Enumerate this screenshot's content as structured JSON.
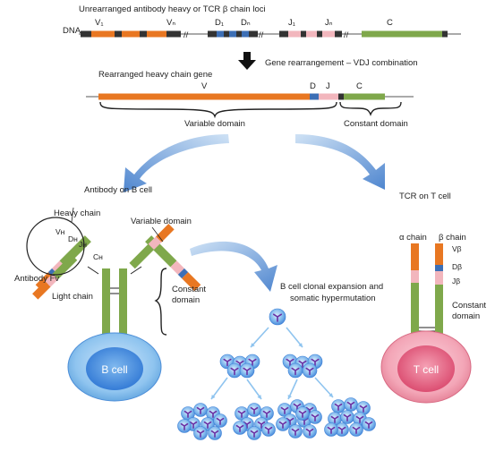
{
  "top": {
    "title": "Unrearranged antibody heavy or TCR β chain loci",
    "dna": "DNA",
    "v1": "V₁",
    "vn": "Vₙ",
    "d1": "D₁",
    "dn": "Dₙ",
    "j1": "J₁",
    "jn": "Jₙ",
    "c": "C"
  },
  "rearrangement": {
    "arrow_label": "Gene rearrangement – VDJ combination",
    "title": "Rearranged heavy chain gene",
    "v": "V",
    "d": "D",
    "j": "J",
    "c": "C",
    "variable_domain": "Variable domain",
    "constant_domain": "Constant domain"
  },
  "bcell": {
    "title": "Antibody on B cell",
    "heavy_chain": "Heavy chain",
    "vh": "Vʜ",
    "dh": "Dʜ",
    "jh": "Jʜ",
    "ch": "Cʜ",
    "antibody_fv": "Antibody Fv",
    "light_chain": "Light chain",
    "variable_domain": "Variable domain",
    "constant_domain_1": "Constant",
    "constant_domain_2": "domain",
    "cell_label": "B cell"
  },
  "expansion": {
    "line1": "B cell clonal expansion and",
    "line2": "somatic hypermutation"
  },
  "tcell": {
    "title": "TCR on T cell",
    "alpha_chain": "α chain",
    "beta_chain": "β chain",
    "vb": "Vβ",
    "db": "Dβ",
    "jb": "Jβ",
    "constant_1": "Constant",
    "constant_2": "domain",
    "cell_label": "T cell"
  },
  "colors": {
    "v_segment": "#e87722",
    "d_segment": "#3d6fb5",
    "j_segment": "#f2b6bd",
    "c_segment": "#7fa84b",
    "b_cell": "#8fc4ef",
    "t_cell": "#e87a93",
    "arrow": "#6d9ed6"
  }
}
